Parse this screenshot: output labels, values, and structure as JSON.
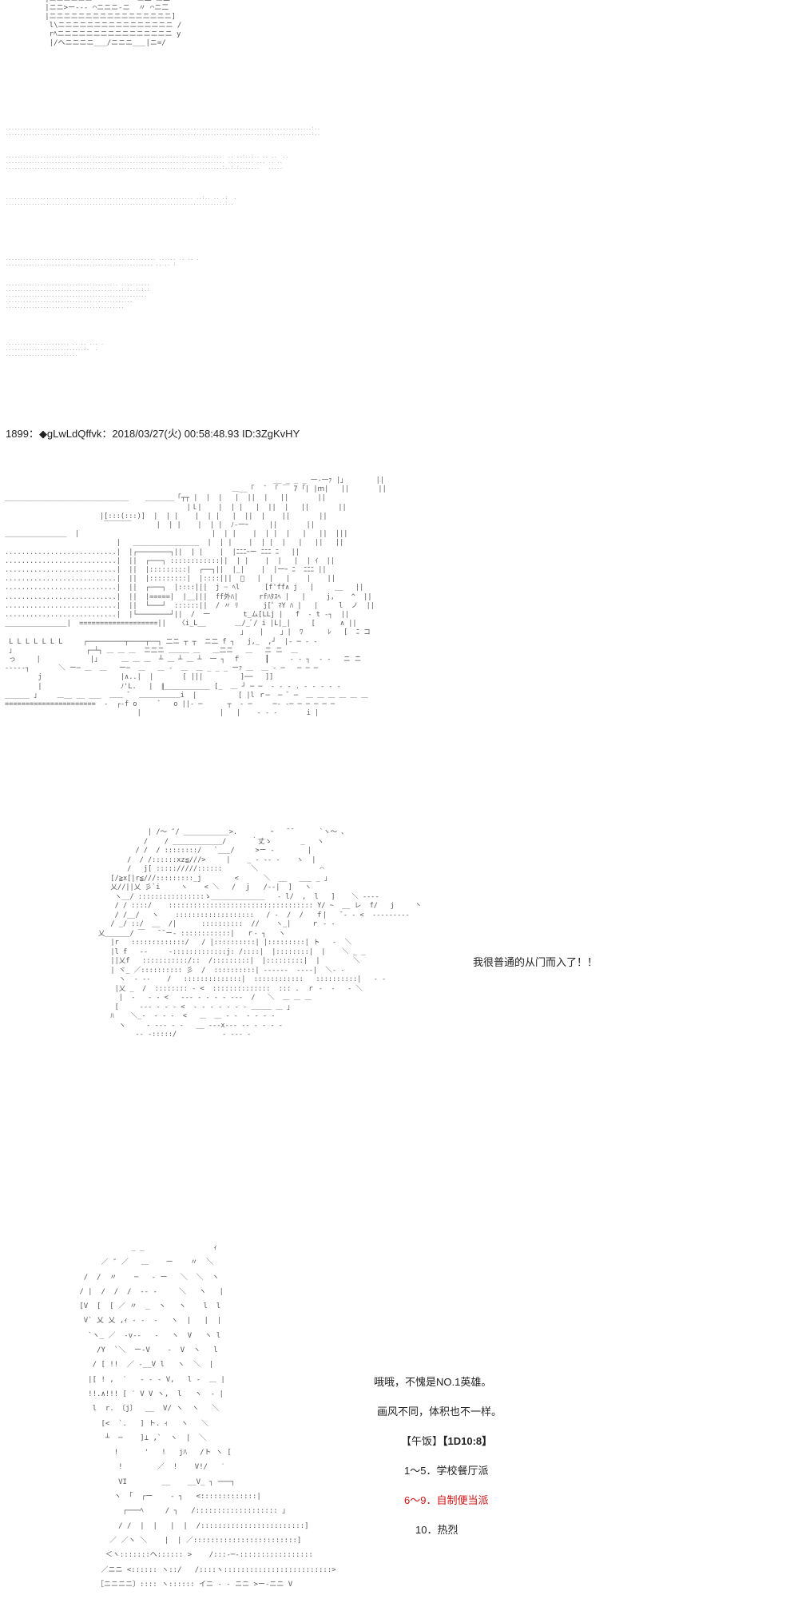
{
  "top_aa": {
    "lines": [
      "   |ニニニニニニ「  ̄ ̄ ̄ ̄ 〃 ニ二 ニ二 ",
      "   |ニニ>ー-‐- ⌒ニニニ‐ニ  〃 ⌒ニ二 ",
      "   |ニニニニニニニニニニニニニニニニニ]",
      "    l\\ニニニニニニニニニニニニニニニニ /",
      "    rﾍニニニニニニニニニニニニニニニニ y",
      "    |/ヘニニニニ___/ニニニ___|ニ=/"
    ]
  },
  "dot_blocks": [
    {
      "lines": [
        "..........................................................................................................:..",
        "..........................................................................................................:.."
      ]
    },
    {
      "lines": [
        "...........................................................................  .. ..:..:.. .. ..  ..",
        "............................................................................ ......... ... .. ..",
        "...........................................................................:..:.:.......   ....."
      ]
    },
    {
      "lines": [
        "................................................................. ..:.. .. .:  .",
        "..........................................................................:.:.."
      ]
    },
    {
      "lines": [
        ".................................................... .. ... .. .. .",
        "................................................... .. .. :"
      ]
    },
    {
      "lines": [
        "....................................... .... .....",
        "........................................:.:..:.:.:",
        ".................................................",
        "............................................",
        "........................................."
      ]
    },
    {
      "lines": [
        "...................... .. .. ... .",
        "...........................:.  .",
        "....................:..:."
      ]
    }
  ],
  "post_header": {
    "number": "1899",
    "separator": "：",
    "trip": "◆gLwLdQffvk",
    "sep2": "：",
    "date": "2018/03/27(火) 00:58:48.93",
    "id": "ID:3ZgKvHY"
  },
  "panel1_aa": {
    "lines": [
      "                                                                 __ _ _ _ 一-一ｧ |」       ||",
      "                                                       ＿__「   ﾞ 「 ￣ 7 ｢| |ｍ|   ||       ||",
      "______________________________    _______「┬┬ |  |  |   |  ||  |   ||       ||",
      "                                            |ｌ|    |  | |   |  ||  |   ||       ||",
      "                       |[:::(:::)]  |  | |    |  | |   |  ||  |    ||       ||",
      "                        ￣￣￣￣      |  | |    |  | |  ﾉ‐一ｰ     ||       ||",
      "_______________  |                                |  | |    |  | |  |   |   ||  |||",
      "                           |   ________________  |  | |    |  | |  |   |   ||   ||",
      "...........................|  |┌────────┐||  | |    |  |ﾆﾆﾆｰー ﾆﾆﾆ ﾆ   ||",
      "...........................|  ||  ┌───┐ ::::::::::::||  | |    |  |   |  | ｲ  ||",
      "...........................|  ||  |:::::::::|  ┌──┐||  |_|    |  |一ｰ ﾆ  ﾆﾆﾆ ||",
      "...........................|  ||  |:::::::::|  |::::|||  ﾞ   |  |   |    |    ||",
      "...........................|  ||  ┌───┐  |::::|||  j ┈ ﾍl      [f'ff∧ j   |     __   ||",
      "...........................|  ||  |=====|  |__|||  ff外ﾊ|     rfﾊﾀｽﾍ |   |     j,    ^  ||",
      "...........................|  ||  └───┘  ::::::||  / 〃 ﾘ      j[゜ﾏY ﾊ |   |     l  ノ  ||",
      "...........................|  |└────────┘||  /  一        t_ム[LLj |   f  ‐ t ‐┐  ||",
      "_______________|  ===================||   〈i_L__       ＿/_ﾞ/ i |L|_|     [      ∧ ||",
      "                                                         」   |    」|  ﾜ      ﾚ   [  ﾆ コ",
      " L L L L L L L     ┌─────────┬────┬──┐ 二ニ ┬ ┬  ニ二 f ┐   j,_  ,┘  |‐ ─ ‐ ‐",
      " 」                 ┌─┴┐ ＿ ＿ ＿  ニ二ニ ＿＿＿ ＿   ＿二ニ   ＿   ニ ニ  ＿",
      " っ     |            |」     ＿ ＿ ＿  ┴ ＿ ┴ ＿ ┴  一 ┐  ｆ      ┃     ‐ ‐ ┐  ‐ ‐   ニ ニ",
      "--‐‐‐┐       ＼ ー─ ＿  ＿   ー─  ＿   ＿ ‐  ＿  ＿ _ _ _ ーｧ ＿  ＿ ‐ ─   ─ ─ ─",
      "        j                   |∧..|  |       [ |||         ]──   ]]",
      "        |                   ﾉ'L.   |  ∥___________ [_  ＿ ┘ ─ ─  ‐ ‐ ‐ . ‐ ‐ ‐ ‐ ‐",
      "______ 」    ＿__ __ ___  ＿＿ ﾞ  ＿＿＿＿＿＿i  |          [ |l ｒ─  ─ ﾞ ─  ＿ ＿ ＿ ＿ ＿ ＿",
      "======================  ‐  ┌‐f o     ﾞ   o ||‐ ─      ┬  ‐ ─     ─‐ ‐─ ─ ─ ─ ─ ─",
      "                                |                   |   |    ‐ ‐ ‐       i |"
    ]
  },
  "panel2_aa": {
    "lines": [
      "                       | /～ ″/ ___________>.        ｰ   ̄ ̄       `ヽ～ ､",
      "                      /    / ____________/      ｀丈ゝ       _   ヽ",
      "                    / /  / ::::::::/   `___/     >ー ‐        |",
      "                  /  / /::::::xz≦///>     |    _ ‐ ‐‐ ‐    ヽ  |",
      "                  /   j[ ::::://///::::::       ＼               ⌒",
      "              [/≧x[|r≦///:::::::::_j        <      ＼  __   ___ _ 」",
      "              乂//||乂 彡`i     ヽ    < ＼   /  ｊ   /‐‐|  ]   ヽ",
      "               ヽ__/ ::::::::::::::::ゝ_____________   ‐ l/  ,  l   ]    ＼ ‐‐‐-",
      "               / / ::::/    ::::::::::::::::::::::::::::::::::: Y/ ~  __ レ  f/   j     丶",
      "               / /__/   ヽ    :::::::::::::::::::   / ‐  /  /   ｆ|   ̄ ‐ ‐ <  ‐‐‐‐‐‐‐‐‐",
      "              / _/ ::/  __  /|      ::::::::::  //    ヽ_|     ｒ ‐ ‐",
      "           乂______/ ￣   ̄ ̄ ー‐ ::::::::::::|   ｒ‐ ┐   ヽ",
      "              |r   :::::::::::::/   / |::::::::::| |:::::::::| ト   ‐  ＼",
      "              |l f   ‐‐     ‐:::::::::::::j: /::::|  |::::::::|  |    ＼ _ _",
      "              ||乂f   :::::::::::/::  /:::::::::|  |:::::::::|  |        ＼",
      "              | ヾ_ ／:::::::::: 彡  /  ::::::::::| ‐‐‐‐‐‐  ‐‐‐‐|  ＼‐ ‐",
      "                ヽ  ‐ ‐‐    /   ::::::::::::::|  ::::::::::::   ::::::::::|   ‐ ‐",
      "               |乂 _  /  :::::::: ‐ <  ::::::::::::::  ::: .  ｒ ‐  ‐   ‐ ＼",
      "                |  ‐   ‐ ‐ <   ‐‐‐ ‐ ‐ ‐ ‐ ‐‐‐  /   ＼  ＿ ＿ ＿",
      "               [     ‐‐‐ ‐ ‐ ‐ <  ‐ ‐ ‐ ‐ ‐ ‐ ‐ ＿＿＿ ＿ 」",
      "              ﾊ    ＼_‐  ‐ ‐ ‐  <   ＿  ＿ ‐ ‐  ‐ ‐ ‐ ‐",
      "                ヽ     ‐ ‐‐‐ ‐ ‐   __ ‐‐‐x‐‐‐ ‐‐ ‐ ‐ ‐ ‐",
      "                    ‐‐ ‐:::::/           ‐ ‐‐‐ ‐"
    ]
  },
  "panel2_caption": "我很普通的从门而入了！！",
  "panel3_aa": {
    "lines": [
      "                    _ _                ｨ",
      "             ／ ″ ／   ＿    ー    〃  ＼",
      "         /  /  〃    ─   ‐ ー   ＼  ＼  ヽ",
      "        / |  /  /  /  ‐‐ ‐     ＼   ヽ   |",
      "        [V  [  [ ／ 〃  _  ヽ   ヽ    l  l",
      "         V` 乂 乂 ,ｨ ‐ ‐  ‐   ヽ  |   |  |",
      "          `ヽ_ ／  ‐v‐‐   ‐   ヽ  V   ヽ l",
      "            /Y  `＼  ー-V    ‐  V  ヽ   l",
      "           / [ !!  ／ ‐__V l   ヽ  ＼  |",
      "          |[ ! ,  ′   ‐ ‐ ‐ V,   l ‐  ＿ |",
      "          !!.∧!!! [ ′ V V ヽ,  l   ヽ  ‐ |",
      "           l  r. 〔j〕  __  V/ ヽ  ヽ   ＼",
      "             [<  `.   ] ト. ｨ   ヽ   ＼",
      "              ┴  ─    ]⊥ ,`  ヽ  |  ＼",
      "                !      '   !   jﾊ   /ト ヽ [",
      "                 !        ／  !    V!/   ′",
      "                 VI        __    __V_ ┐ ───┐",
      "                ヽ 「  ┌ー    ‐ ┐   <:::::::::::::|",
      "                  ┌───ﾍ     / ┐   /::::::::::::::::::: 」",
      "                 / /  |  |   |  |  /::::::::::::::::::::::::]",
      "               ／ ／ヽ ＼    |  | ／::::::::::::::::::::::::]",
      "              ＜ヽ:::::::ヘ:::::: >    /:::‐─‐::::::::::::::::: ",
      "             ／ニニ <:::::: ヽ::/   /::::ヽ:::::::::::::::::::::::::>",
      "            ［ニニニニ〕:::: ヽ:::::: イニ ‐ ‐ ニニ >ー‐ニニ V"
    ]
  },
  "panel3_captions": {
    "line1": "哦哦，不愧是NO.1英雄。",
    "line2": "画风不同，体积也不一样。"
  },
  "choices": {
    "head_prefix": "【午饭】",
    "head_dice": "【1D10:8】",
    "options": [
      {
        "text": "1～5．学校餐厅派",
        "highlight": false
      },
      {
        "text": "6～9．自制便当派",
        "highlight": true
      },
      {
        "text": "10．热烈",
        "highlight": false
      }
    ],
    "highlight_color": "#d01010"
  }
}
